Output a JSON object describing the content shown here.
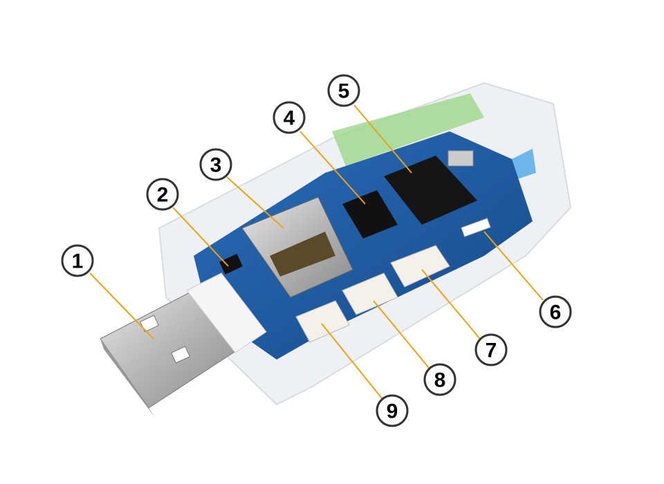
{
  "callouts": [
    {
      "label": "1"
    },
    {
      "label": "2"
    },
    {
      "label": "3"
    },
    {
      "label": "4"
    },
    {
      "label": "5"
    },
    {
      "label": "6"
    },
    {
      "label": "7"
    },
    {
      "label": "8"
    },
    {
      "label": "9"
    }
  ],
  "colors": {
    "leader_line": "#e8a317",
    "pcb": "#1f5fa8",
    "case": "#f2f4f6"
  }
}
